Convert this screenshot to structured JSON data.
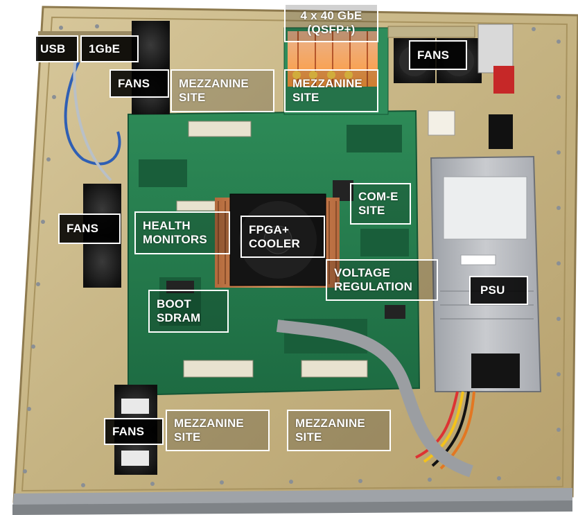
{
  "labels": {
    "usb": "USB",
    "gbe_1": "1GbE",
    "qsfp": "4 x 40 GbE\n(QSFP+)",
    "fans_top_left": "FANS",
    "mezz_top_left": "MEZZANINE\nSITE",
    "mezz_top_right": "MEZZANINE\nSITE",
    "fans_top_right": "FANS",
    "com_e": "COM-E\nSITE",
    "fans_left": "FANS",
    "health": "HEALTH\nMONITORS",
    "fpga": "FPGA+\nCOOLER",
    "voltage": "VOLTAGE\nREGULATION",
    "psu": "PSU",
    "boot": "BOOT\nSDRAM",
    "fans_bottom": "FANS",
    "mezz_bottom_left": "MEZZANINE\nSITE",
    "mezz_bottom_right": "MEZZANINE\nSITE"
  },
  "colors": {
    "chassis": "#c8b68c",
    "pcb": "#1f7a4c",
    "psu_case": "#b7b9bd",
    "fan_black": "#1b1b1b",
    "label_border": "#ffffff"
  }
}
